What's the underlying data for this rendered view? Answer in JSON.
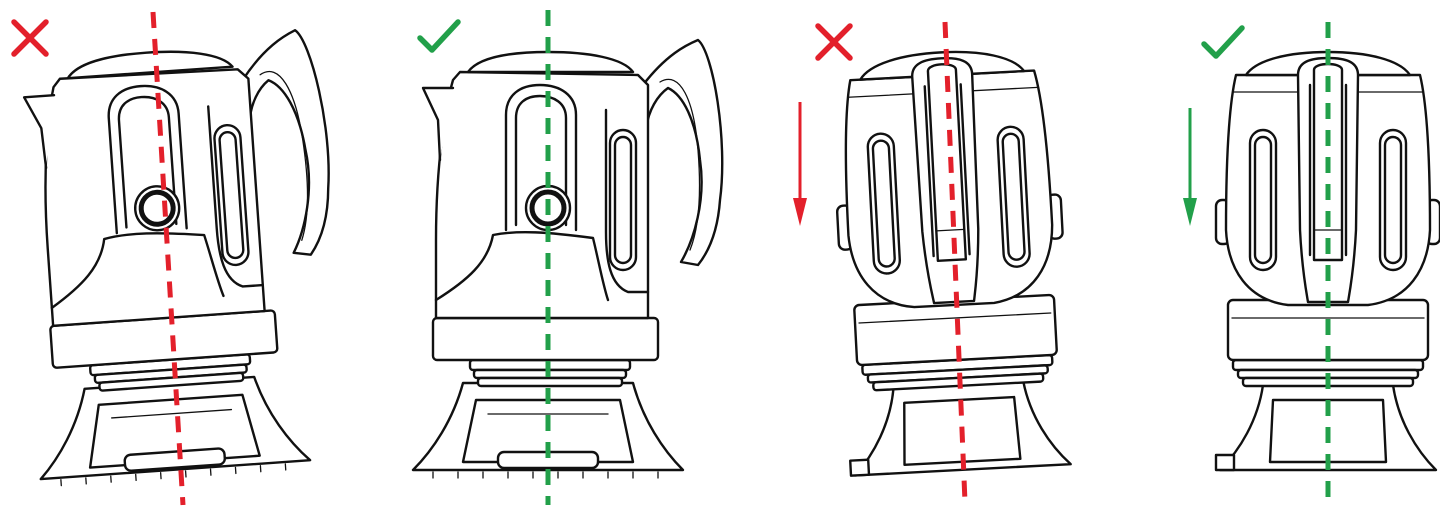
{
  "colors": {
    "wrong": "#e3202b",
    "correct": "#22a04a",
    "outline": "#111111",
    "background": "#ffffff"
  },
  "panels": [
    {
      "view": "side",
      "status": "incorrect",
      "status_icon": "cross-icon",
      "tilt": "tilted",
      "arrow": false
    },
    {
      "view": "side",
      "status": "correct",
      "status_icon": "check-icon",
      "tilt": "upright",
      "arrow": false
    },
    {
      "view": "rear",
      "status": "incorrect",
      "status_icon": "cross-icon",
      "tilt": "tilted",
      "arrow": "down-arrow-icon"
    },
    {
      "view": "rear",
      "status": "correct",
      "status_icon": "check-icon",
      "tilt": "upright",
      "arrow": "down-arrow-icon"
    }
  ]
}
